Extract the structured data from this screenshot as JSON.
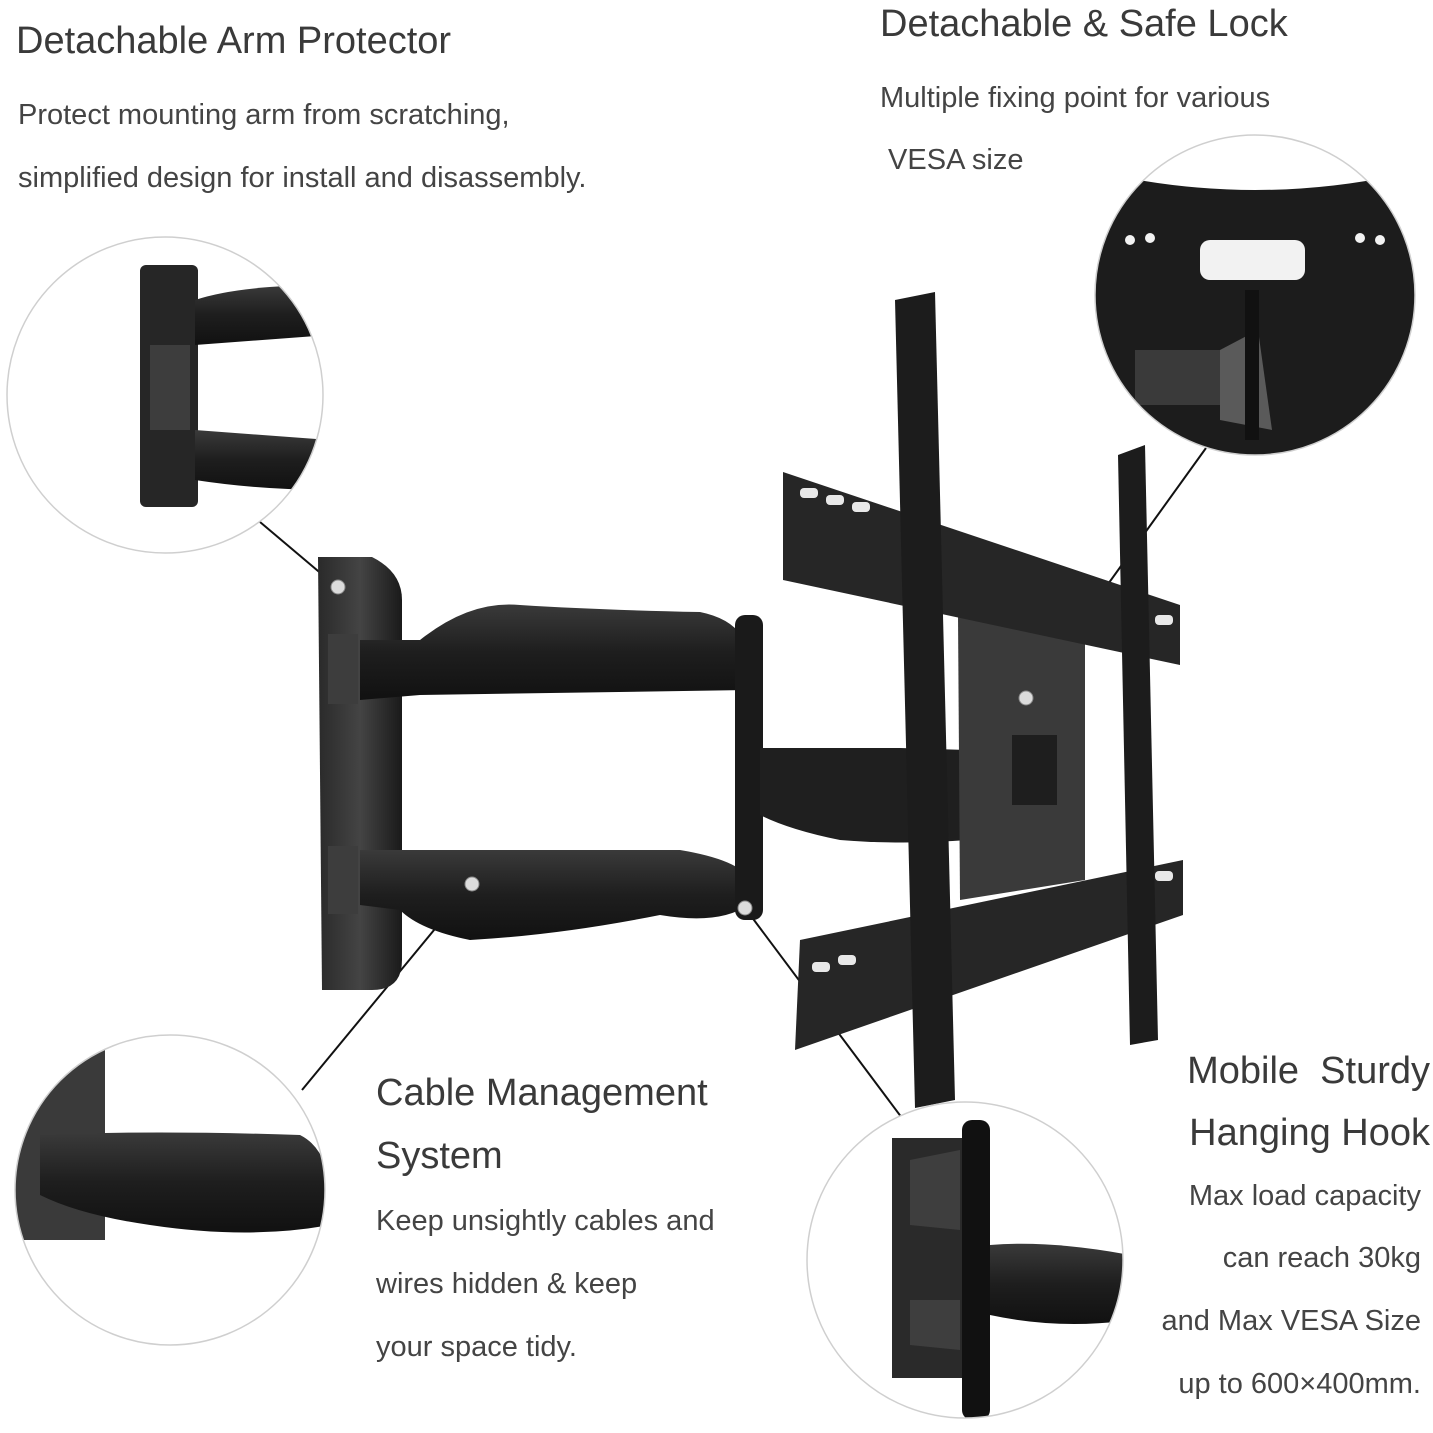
{
  "features": {
    "arm_protector": {
      "title": "Detachable Arm Protector",
      "lines": [
        "Protect mounting arm from scratching,",
        "simplified design for install and disassembly."
      ]
    },
    "safe_lock": {
      "title": "Detachable & Safe Lock",
      "lines": [
        "Multiple fixing point for various",
        " VESA size"
      ]
    },
    "cable_management": {
      "title_lines": [
        "Cable Management",
        "System"
      ],
      "lines": [
        "Keep unsightly cables and",
        "wires hidden & keep",
        "your space tidy."
      ]
    },
    "hanging_hook": {
      "title_lines": [
        "Mobile  Sturdy",
        "Hanging Hook"
      ],
      "lines": [
        "Max load capacity",
        "can reach 30kg",
        "and Max VESA Size",
        "up to 600×400mm."
      ]
    }
  },
  "colors": {
    "background": "#ffffff",
    "mount_dark": "#1c1c1c",
    "mount_mid": "#2e2e2e",
    "mount_light": "#4a4a4a",
    "callout_line": "#111111"
  }
}
